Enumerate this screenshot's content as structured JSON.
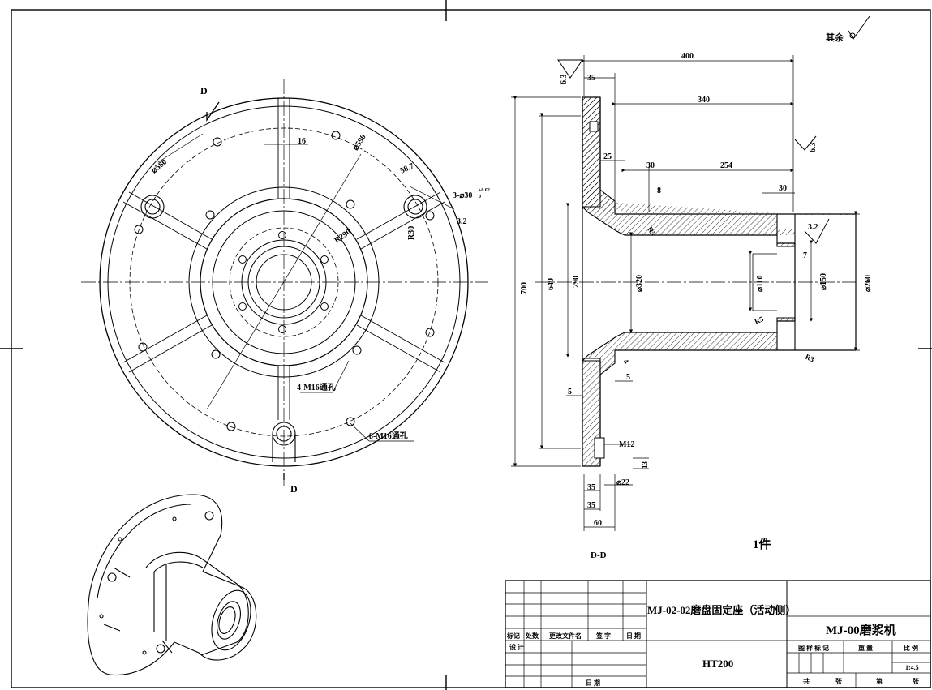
{
  "sheet": {
    "roughness_note": "其余",
    "scale_note": "1件",
    "section_label": "D-D",
    "view_mark": "D"
  },
  "dims_face": {
    "d580": "⌀580",
    "d590": "⌀590",
    "w16": "16",
    "r58": "58.7",
    "r290": "R290",
    "r30": "R30",
    "holes3": "3-⌀30",
    "tol": "+0.02",
    "tol0": "0",
    "rough32": "3.2",
    "m16a": "4-M16通孔",
    "m16b": "8-M16通孔"
  },
  "dims_section": {
    "d400": "400",
    "d35top": "35",
    "d340": "340",
    "r63a": "6.3",
    "r63b": "6.3",
    "d25": "25",
    "d30a": "30",
    "d254": "254",
    "d30b": "30",
    "d8": "8",
    "d700": "700",
    "d640": "640",
    "d290": "290",
    "d320": "⌀320",
    "d110": "⌀110",
    "d150": "⌀150",
    "d260": "⌀260",
    "d7": "7",
    "r32": "3.2",
    "r5a": "R5",
    "r5b": "R5",
    "r3": "R3",
    "d5a": "5",
    "d5b": "5",
    "m12": "M12",
    "d13": "13",
    "d22": "⌀22",
    "d35b": "35",
    "d35c": "35",
    "d60": "60",
    "d4": "4"
  },
  "titleblock": {
    "drawing_name": "MJ-02-02磨盘固定座（活动侧）",
    "assembly": "MJ-00磨浆机",
    "material": "HT200",
    "h_mark": "标记",
    "h_count": "处数",
    "h_doc": "更改文件名",
    "h_sign": "签 字",
    "h_date": "日 期",
    "h_design": "设 计",
    "h_date2": "日 期",
    "h_stage": "图 样 标 记",
    "h_weight": "重 量",
    "h_ratio": "比 例",
    "ratio": "1:4.5",
    "h_total": "共",
    "h_sheet": "张",
    "h_no": "第",
    "h_sheet2": "张"
  }
}
